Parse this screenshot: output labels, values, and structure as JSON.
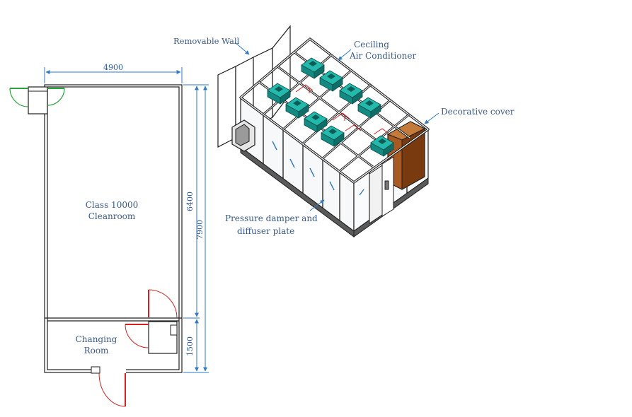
{
  "colors": {
    "wall": "#1e1e1e",
    "dimension": "#2f79c9",
    "door_red": "#d42020",
    "door_green": "#2aa33a",
    "ac_unit": "#138a82",
    "ac_top": "#23b9ad",
    "decorative_cover": "#9b4a18",
    "label_text": "#3a5a8a"
  },
  "floor_plan": {
    "width_dim": "4900",
    "total_height_dim": "7900",
    "cleanroom_height_dim": "6400",
    "changing_height_dim": "1500",
    "cleanroom_label_line1": "Class 10000",
    "cleanroom_label_line2": "Cleanroom",
    "changing_label_line1": "Changing",
    "changing_label_line2": "Room"
  },
  "isometric": {
    "removable_wall_label": "Removable Wall",
    "ceiling_ac_label_line1": "Ceciling",
    "ceiling_ac_label_line2": "Air Conditioner",
    "decorative_cover_label": "Decorative cover",
    "pressure_damper_label_line1": "Pressure damper and",
    "pressure_damper_label_line2": "diffuser plate"
  }
}
